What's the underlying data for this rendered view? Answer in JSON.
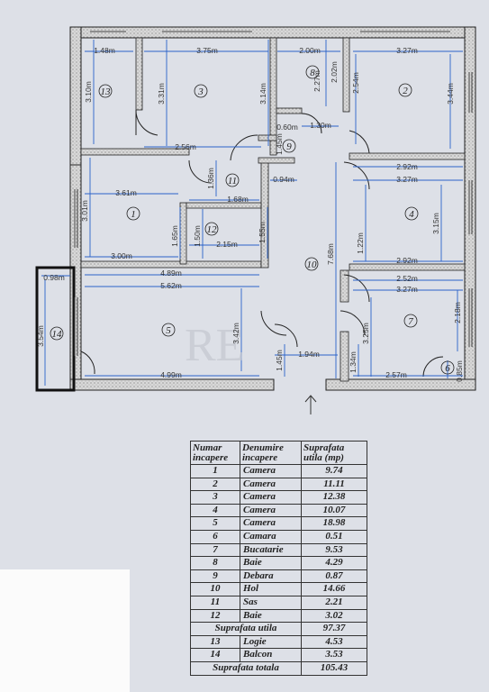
{
  "plan": {
    "room_numbers": [
      "1",
      "2",
      "3",
      "4",
      "5",
      "6",
      "7",
      "8",
      "9",
      "10",
      "11",
      "12",
      "13",
      "14"
    ],
    "dimensions": [
      "1.48m",
      "3.75m",
      "2.00m",
      "3.27m",
      "3.10m",
      "3.31m",
      "3.14m",
      "2.27m",
      "2.02m",
      "2.54m",
      "3.44m",
      "0.60m",
      "1.30m",
      "1.45m",
      "2.56m",
      "0.94m",
      "1.36m",
      "2.92m",
      "3.27m",
      "3.61m",
      "1.68m",
      "3.01m",
      "1.65m",
      "1.50m",
      "1.55m",
      "7.68m",
      "1.22m",
      "3.15m",
      "3.00m",
      "2.15m",
      "2.92m",
      "4.89m",
      "2.52m",
      "0.98m",
      "5.62m",
      "3.27m",
      "2.18m",
      "3.54m",
      "3.42m",
      "3.25m",
      "1.94m",
      "1.45m",
      "1.34m",
      "4.99m",
      "2.57m",
      "0.85m"
    ],
    "watermark": "RE"
  },
  "table": {
    "headers": [
      "Numar incapere",
      "Denumire incapere",
      "Suprafata utila (mp)"
    ],
    "rows": [
      {
        "num": "1",
        "name": "Camera",
        "area": "9.74"
      },
      {
        "num": "2",
        "name": "Camera",
        "area": "11.11"
      },
      {
        "num": "3",
        "name": "Camera",
        "area": "12.38"
      },
      {
        "num": "4",
        "name": "Camera",
        "area": "10.07"
      },
      {
        "num": "5",
        "name": "Camera",
        "area": "18.98"
      },
      {
        "num": "6",
        "name": "Camara",
        "area": "0.51"
      },
      {
        "num": "7",
        "name": "Bucatarie",
        "area": "9.53"
      },
      {
        "num": "8",
        "name": "Baie",
        "area": "4.29"
      },
      {
        "num": "9",
        "name": "Debara",
        "area": "0.87"
      },
      {
        "num": "10",
        "name": "Hol",
        "area": "14.66"
      },
      {
        "num": "11",
        "name": "Sas",
        "area": "2.21"
      },
      {
        "num": "12",
        "name": "Baie",
        "area": "3.02"
      }
    ],
    "utila": {
      "label": "Suprafata utila",
      "area": "97.37"
    },
    "extra_rows": [
      {
        "num": "13",
        "name": "Logie",
        "area": "4.53"
      },
      {
        "num": "14",
        "name": "Balcon",
        "area": "3.53"
      }
    ],
    "totala": {
      "label": "Suprafata totala",
      "area": "105.43"
    }
  }
}
